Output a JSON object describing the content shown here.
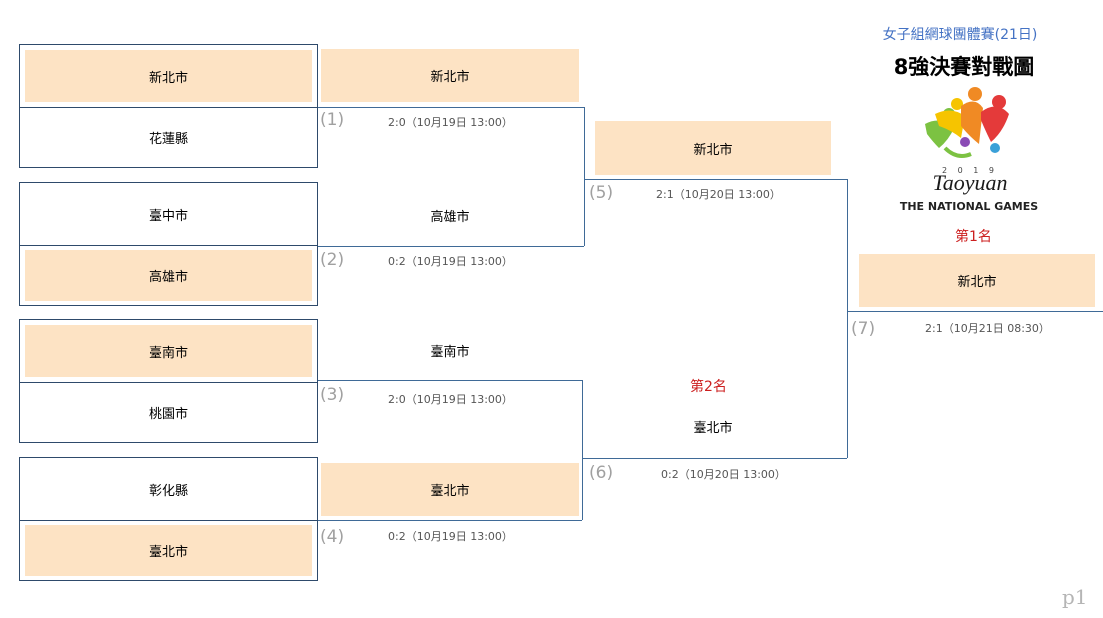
{
  "header": {
    "subtitle": "女子組網球團體賽(21日)",
    "title": "8強決賽對戰圖"
  },
  "logo": {
    "year": "2 0 1 9",
    "name": "Taoyuan",
    "tagline": "THE NATIONAL GAMES"
  },
  "round1": {
    "teams": [
      "新北市",
      "花蓮縣",
      "臺中市",
      "高雄市",
      "臺南市",
      "桃園市",
      "彰化縣",
      "臺北市"
    ]
  },
  "round2": {
    "winners": [
      "新北市",
      "高雄市",
      "臺南市",
      "臺北市"
    ]
  },
  "round3": {
    "winners": [
      "新北市",
      "臺北市"
    ]
  },
  "final": {
    "winner": "新北市"
  },
  "matches": [
    {
      "no": "(1)",
      "score": "2:0（10月19日 13:00）"
    },
    {
      "no": "(2)",
      "score": "0:2（10月19日 13:00）"
    },
    {
      "no": "(3)",
      "score": "2:0（10月19日 13:00）"
    },
    {
      "no": "(4)",
      "score": "0:2（10月19日 13:00）"
    },
    {
      "no": "(5)",
      "score": "2:1（10月20日 13:00）"
    },
    {
      "no": "(6)",
      "score": "0:2（10月20日 13:00）"
    },
    {
      "no": "(7)",
      "score": "2:1（10月21日 08:30）"
    }
  ],
  "ranks": {
    "first": "第1名",
    "second": "第2名"
  },
  "page": {
    "number": "p1"
  },
  "colors": {
    "winner_fill": "#fde3c4",
    "line": "#3f6a97",
    "rank_text": "#cc1f1f",
    "subtitle_text": "#4472c4"
  }
}
